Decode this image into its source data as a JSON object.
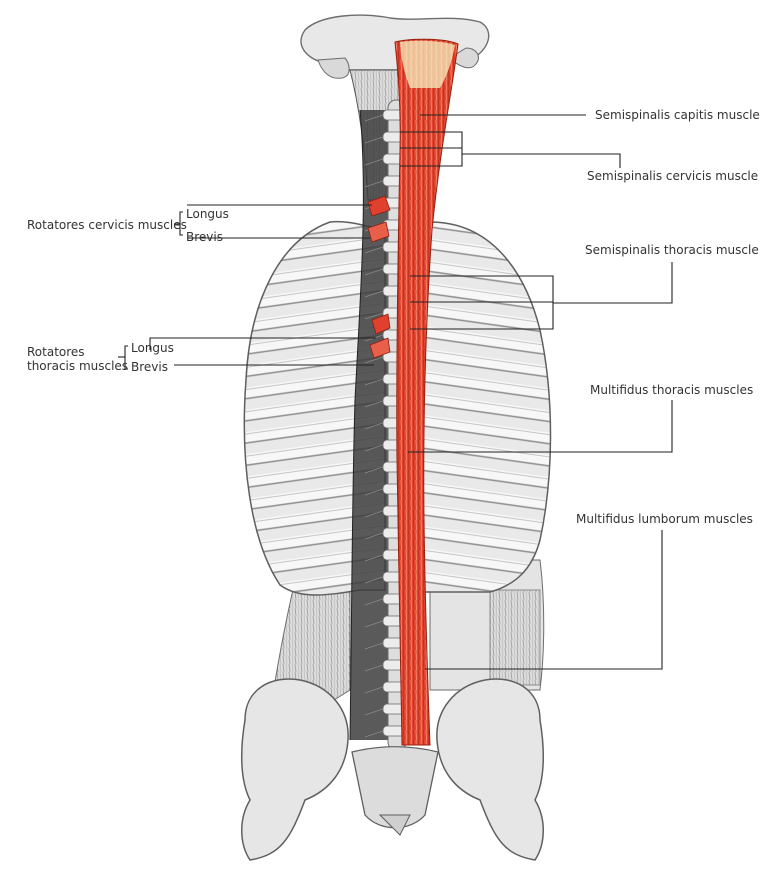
{
  "labels": {
    "semispinalis_capitis": "Semispinalis capitis muscle",
    "semispinalis_cervicis": "Semispinalis cervicis muscle",
    "semispinalis_thoracis": "Semispinalis thoracis muscle",
    "multifidus_thoracis": "Multifidus thoracis muscles",
    "multifidus_lumborum": "Multifidus lumborum muscles",
    "rotatores_cervicis": "Rotatores cervicis muscles",
    "rotatores_thoracis_line1": "Rotatores",
    "rotatores_thoracis_line2": "thoracis muscles",
    "longus": "Longus",
    "brevis": "Brevis"
  },
  "colors": {
    "muscle": "#e0412f",
    "muscle_light": "#f39a84",
    "bone": "#e6e6e6",
    "bone_shade": "#9c9c9c",
    "outline": "#5a5a5a",
    "leader": "#222222",
    "tendon": "#f3edc0"
  }
}
